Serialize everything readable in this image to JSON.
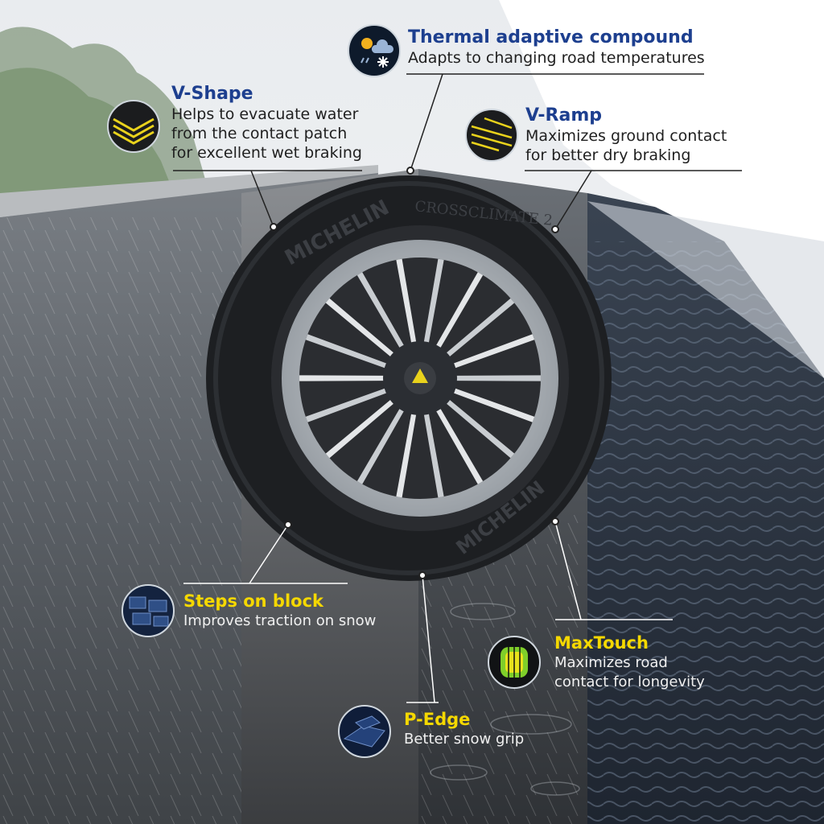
{
  "callouts": {
    "thermal": {
      "title": "Thermal adaptive compound",
      "desc": [
        "Adapts to changing road temperatures"
      ]
    },
    "vshape": {
      "title": "V-Shape",
      "desc": [
        "Helps to evacuate water",
        "from the contact patch",
        "for excellent wet braking"
      ]
    },
    "vramp": {
      "title": "V-Ramp",
      "desc": [
        "Maximizes ground contact",
        "for better dry braking"
      ]
    },
    "steps": {
      "title": "Steps on block",
      "desc": [
        "Improves traction on snow"
      ]
    },
    "maxtouch": {
      "title": "MaxTouch",
      "desc": [
        "Maximizes road",
        "contact for longevity"
      ]
    },
    "pedge": {
      "title": "P-Edge",
      "desc": [
        "Better snow grip"
      ]
    }
  },
  "tire": {
    "brand": "MICHELIN",
    "model": "CROSSCLIMATE 2"
  },
  "colors": {
    "title_blue": "#1d3f8f",
    "title_yellow": "#f5d800",
    "tread_yellow": "#e9d21c"
  }
}
